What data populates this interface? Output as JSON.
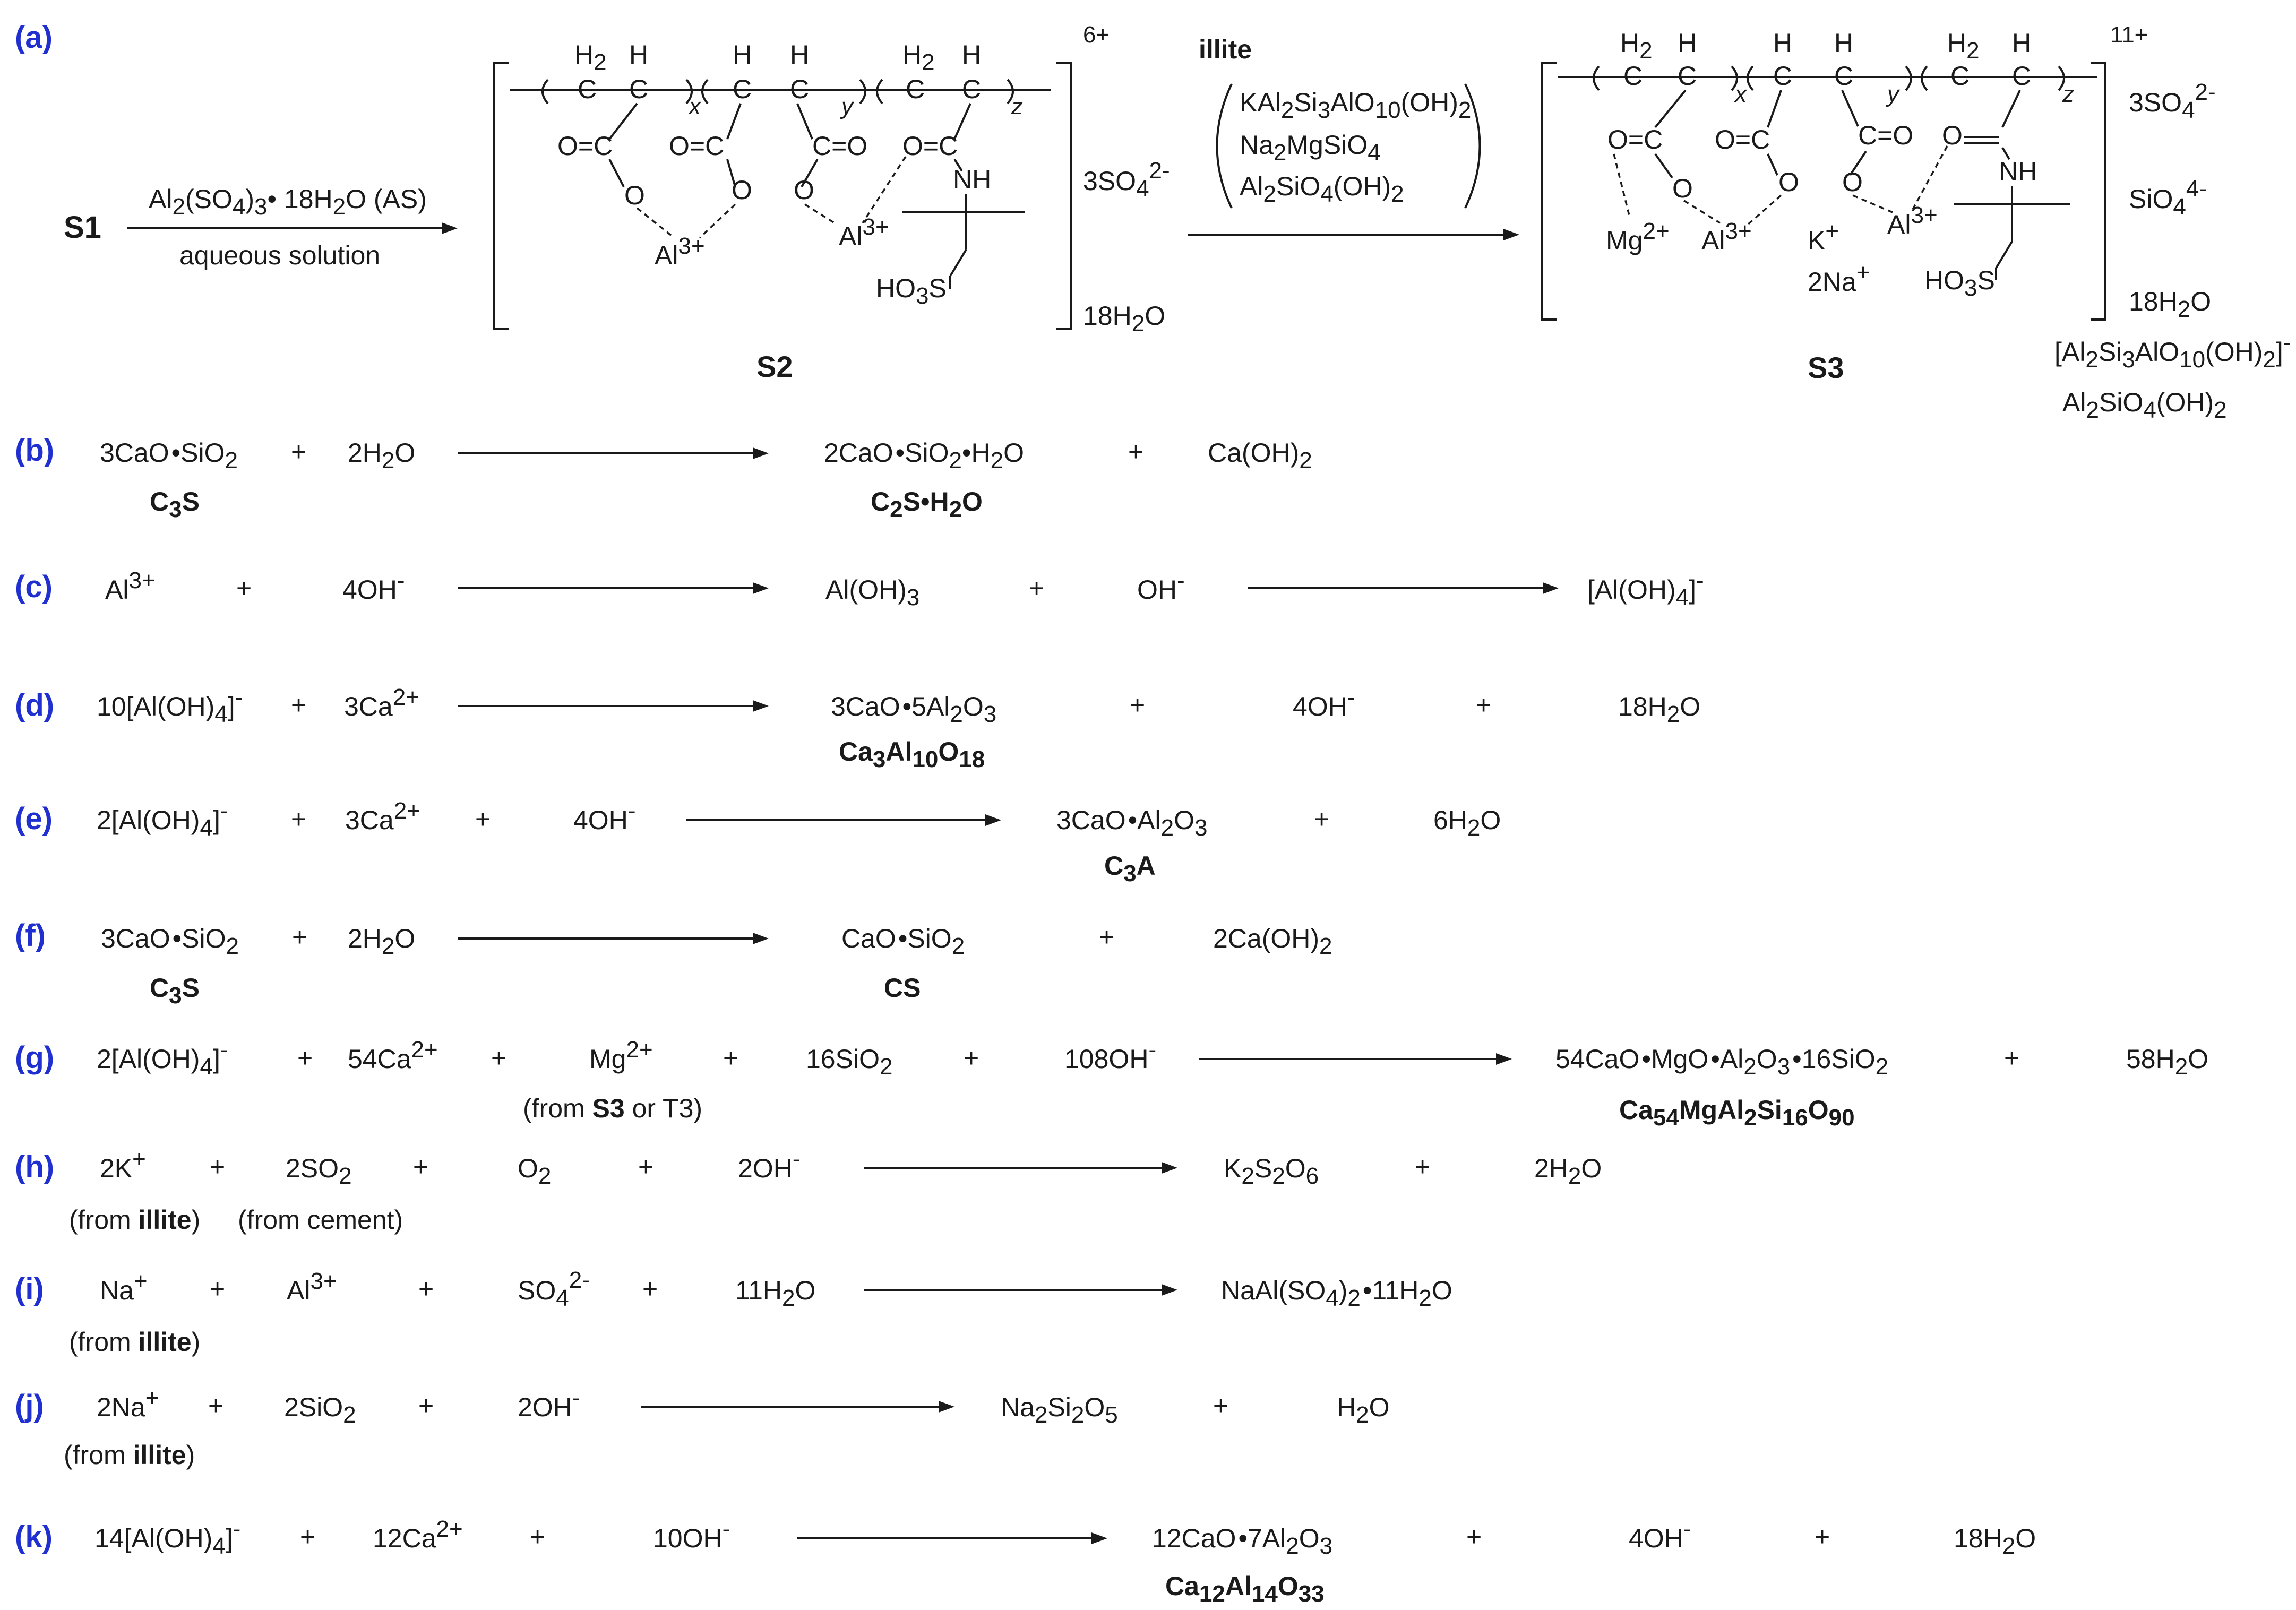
{
  "figure": {
    "panel_a": {
      "label": "(a)",
      "start": "S1",
      "step1": {
        "reagent": "Al2(SO4)3• 18H2O (AS)",
        "condition": "aqueous solution"
      },
      "s2": {
        "name": "S2",
        "charge": "6+",
        "sulfate": "3SO42-",
        "water": "18H2O",
        "polymer": {
          "units": [
            "H2",
            "H",
            "H",
            "H",
            "H2",
            "H"
          ],
          "subscripts": [
            "x",
            "y",
            "z"
          ],
          "groups": [
            "O=C",
            "O=C",
            "C=O",
            "O=C",
            "NH",
            "HO3S"
          ],
          "ions": [
            "Al3+",
            "Al3+"
          ]
        }
      },
      "step2": {
        "title": "illite",
        "minerals": [
          "KAl2Si3AlO10(OH)2",
          "Na2MgSiO4",
          "Al2SiO4(OH)2"
        ]
      },
      "s3": {
        "name": "S3",
        "charge": "11+",
        "counterions": [
          "3SO42-",
          "SiO44-",
          "18H2O"
        ],
        "outside": [
          "[Al2Si3AlO10(OH)2]-",
          "Al2SiO4(OH)2"
        ],
        "ions": [
          "Mg2+",
          "Al3+",
          "K+",
          "2Na+",
          "Al3+"
        ]
      }
    },
    "equations": [
      {
        "label": "(b)",
        "terms": [
          "3CaO•SiO2",
          "+",
          "2H2O",
          "→",
          "2CaO•SiO2•H2O",
          "+",
          "Ca(OH)2"
        ],
        "notes": [
          "C3S",
          "C2S•H2O"
        ]
      },
      {
        "label": "(c)",
        "terms": [
          "Al3+",
          "+",
          "4OH-",
          "→",
          "Al(OH)3",
          "+",
          "OH-",
          "→",
          "[Al(OH)4]-"
        ]
      },
      {
        "label": "(d)",
        "terms": [
          "10[Al(OH)4]-",
          "+",
          "3Ca2+",
          "→",
          "3CaO•5Al2O3",
          "+",
          "4OH-",
          "+",
          "18H2O"
        ],
        "notes": [
          "Ca3Al10O18"
        ]
      },
      {
        "label": "(e)",
        "terms": [
          "2[Al(OH)4]-",
          "+",
          "3Ca2+",
          "+",
          "4OH-",
          "→",
          "3CaO•Al2O3",
          "+",
          "6H2O"
        ],
        "notes": [
          "C3A"
        ]
      },
      {
        "label": "(f)",
        "terms": [
          "3CaO•SiO2",
          "+",
          "2H2O",
          "→",
          "CaO•SiO2",
          "+",
          "2Ca(OH)2"
        ],
        "notes": [
          "C3S",
          "CS"
        ]
      },
      {
        "label": "(g)",
        "terms": [
          "2[Al(OH)4]-",
          "+",
          "54Ca2+",
          "+",
          "Mg2+",
          "+",
          "16SiO2",
          "+",
          "108OH-",
          "→",
          "54CaO•MgO•Al2O3•16SiO2",
          "+",
          "58H2O"
        ],
        "notes": [
          "(from S3 or T3)",
          "Ca54MgAl2Si16O90"
        ]
      },
      {
        "label": "(h)",
        "terms": [
          "2K+",
          "+",
          "2SO2",
          "+",
          "O2",
          "+",
          "2OH-",
          "→",
          "K2S2O6",
          "+",
          "2H2O"
        ],
        "notes": [
          "(from illite)",
          "(from cement)"
        ]
      },
      {
        "label": "(i)",
        "terms": [
          "Na+",
          "+",
          "Al3+",
          "+",
          "SO42-",
          "+",
          "11H2O",
          "→",
          "NaAl(SO4)2•11H2O"
        ],
        "notes": [
          "(from illite)"
        ]
      },
      {
        "label": "(j)",
        "terms": [
          "2Na+",
          "+",
          "2SiO2",
          "+",
          "2OH-",
          "→",
          "Na2Si2O5",
          "+",
          "H2O"
        ],
        "notes": [
          "(from illite)"
        ]
      },
      {
        "label": "(k)",
        "terms": [
          "14[Al(OH)4]-",
          "+",
          "12Ca2+",
          "+",
          "10OH-",
          "→",
          "12CaO•7Al2O3",
          "+",
          "4OH-",
          "+",
          "18H2O"
        ],
        "notes": [
          "Ca12Al14O33"
        ]
      }
    ]
  }
}
